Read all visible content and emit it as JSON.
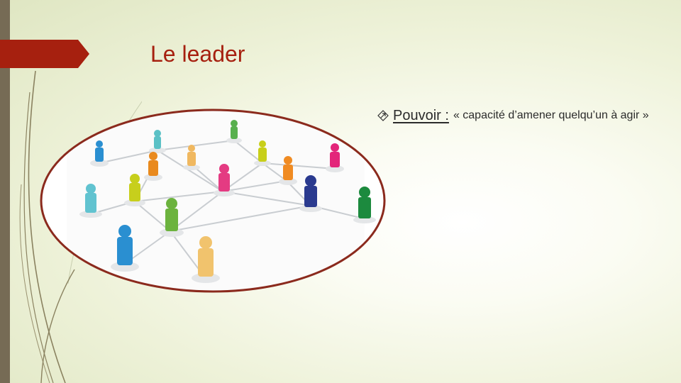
{
  "slide": {
    "title": "Le leader",
    "bullet": {
      "term": "Pouvoir :",
      "definition": "« capacité d’amener quelqu’un à agir »",
      "icon": "diamond-arrow-bullet-icon"
    },
    "illustration": "people-network-image"
  },
  "colors": {
    "accent": "#a6200f",
    "title_tab": "#a6200f",
    "left_bar": "#766b55",
    "ellipse_border": "#8b2a1d",
    "text": "#2b2b2b"
  }
}
